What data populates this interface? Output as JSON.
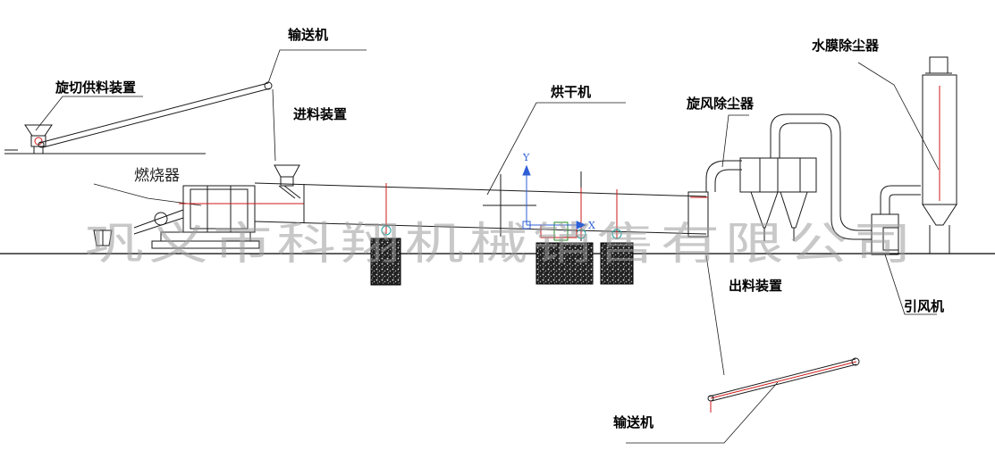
{
  "labels": {
    "rotary_feeder": "旋切供料装置",
    "conveyor_top": "输送机",
    "feed_device": "进料装置",
    "burner": "燃烧器",
    "dryer": "烘干机",
    "cyclone": "旋风除尘器",
    "water_film": "水膜除尘器",
    "outlet_device": "出料装置",
    "induced_fan": "引风机",
    "conveyor_bottom": "输送机"
  },
  "watermark": "巩义市科翔机械销售有限公司",
  "axis_glyphs": {
    "x": "X",
    "y": "Y"
  },
  "colors": {
    "line": "#1a1a1a",
    "accent_red": "#d01818",
    "accent_blue": "#2e5fd6",
    "accent_teal": "#1aa3a3",
    "accent_green": "#2a8a2a",
    "ground": "#000000"
  }
}
